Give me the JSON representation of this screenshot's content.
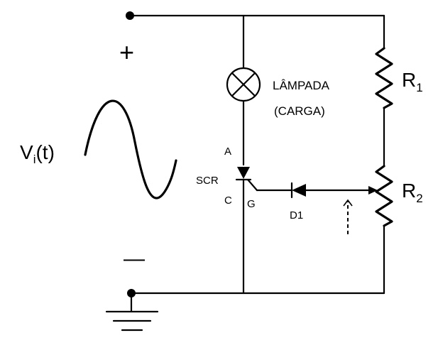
{
  "labels": {
    "plus": "+",
    "minus": "—",
    "source": "V",
    "source_sub": "i",
    "source_arg": "(t)",
    "lamp_line1": "LÂMPADA",
    "lamp_line2": "(CARGA)",
    "scr": "SCR",
    "anode": "A",
    "cathode": "C",
    "gate": "G",
    "diode": "D1",
    "r1": "R",
    "r1_sub": "1",
    "r2": "R",
    "r2_sub": "2"
  }
}
